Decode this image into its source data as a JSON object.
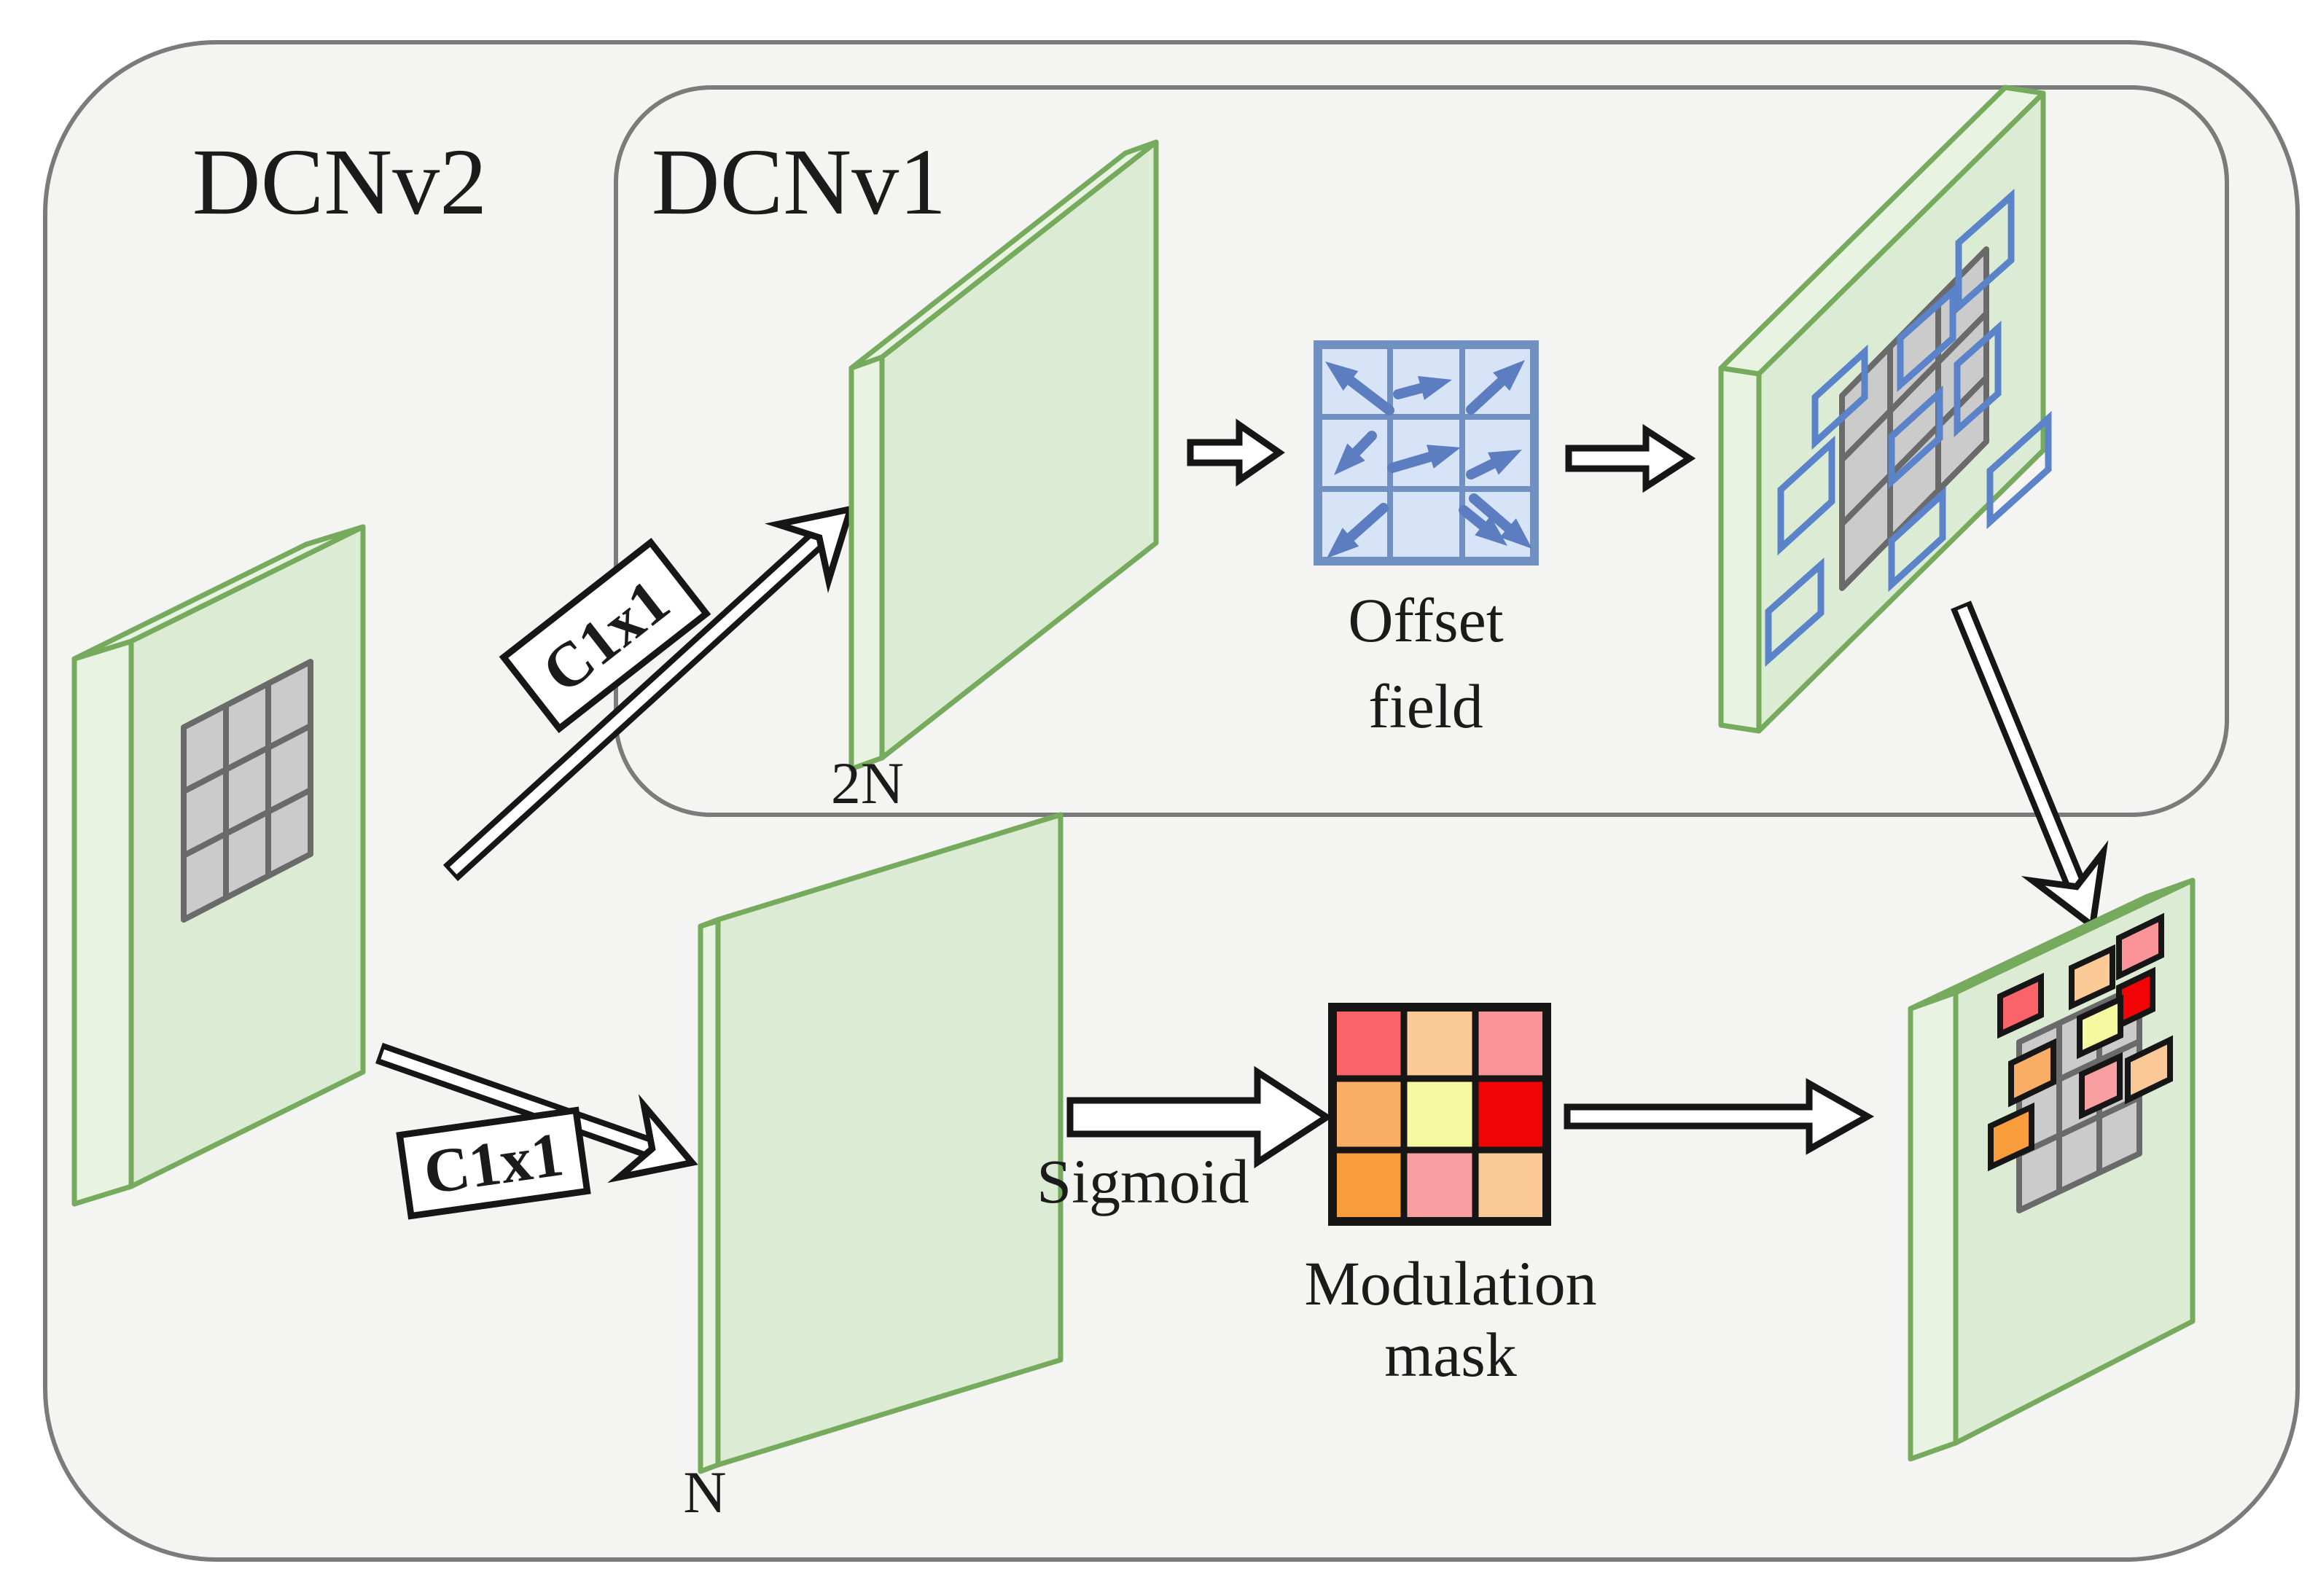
{
  "diagram": {
    "outer_group_label": "DCNv2",
    "inner_group_label": "DCNv1",
    "conv_top_label": "C1x1",
    "conv_bottom_label": "C1x1",
    "offset_channels_label": "2N",
    "mask_channels_label": "N",
    "offset_field_line1": "Offset",
    "offset_field_line2": "field",
    "sigmoid_label": "Sigmoid",
    "modulation_line1": "Modulation",
    "modulation_line2": "mask"
  },
  "offset_field": {
    "grid_size": "3x3",
    "cell_fill": "#d7e3f6",
    "grid_stroke": "#7090c2",
    "arrow_color": "#5c7ec0",
    "arrow_directions": [
      "up-left",
      "right-slight-up",
      "up-right",
      "down-left-short",
      "right-long",
      "up-right-short",
      "down-left-long",
      "down-right-short",
      "down-right-long"
    ]
  },
  "modulation_mask": {
    "grid_size": "3x3",
    "cell_colors": [
      "#fa6468",
      "#fbca96",
      "#fb9499",
      "#faad65",
      "#f7f9a1",
      "#f20406",
      "#f89c3c",
      "#f99ea1",
      "#fbc997"
    ]
  },
  "colors": {
    "slab_face": "#dcebd3",
    "slab_side": "#e9f3e2",
    "slab_stroke": "#76ab5e",
    "kernel_fill": "#cbcbcb",
    "kernel_stroke": "#6a6a6a",
    "sampling_box_stroke": "#5b83c9",
    "group_box_fill": "#f4f4f2",
    "group_box_stroke": "#7b7b7b",
    "ink": "#161616"
  }
}
